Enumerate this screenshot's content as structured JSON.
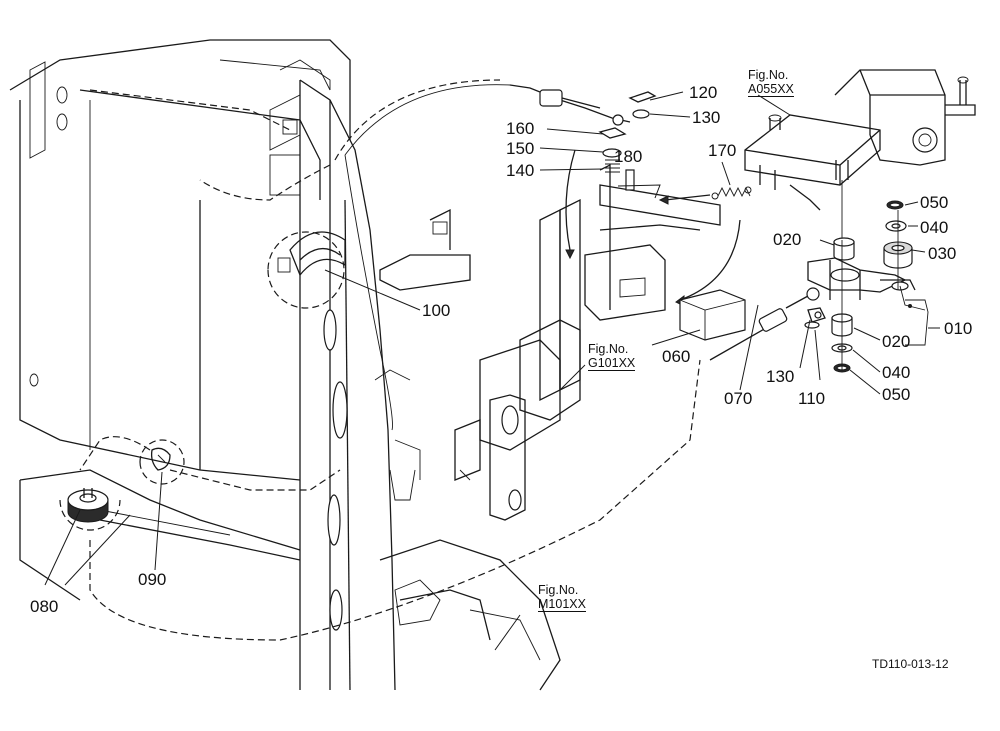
{
  "callouts": {
    "p120": "120",
    "p130a": "130",
    "p160": "160",
    "p150": "150",
    "p140": "140",
    "p180": "180",
    "p170": "170",
    "p100": "100",
    "p060": "060",
    "p070": "070",
    "p130b": "130",
    "p110": "110",
    "p050a": "050",
    "p040a": "040",
    "p030": "030",
    "p020a": "020",
    "p020b": "020",
    "p010": "010",
    "p040b": "040",
    "p050b": "050",
    "p080": "080",
    "p090": "090"
  },
  "fig_refs": {
    "a055": {
      "label": "Fig.No.",
      "ref": "A055XX"
    },
    "g101": {
      "label": "Fig.No.",
      "ref": "G101XX"
    },
    "m101": {
      "label": "Fig.No.",
      "ref": "M101XX"
    }
  },
  "drawing_code": "TD110-013-12"
}
